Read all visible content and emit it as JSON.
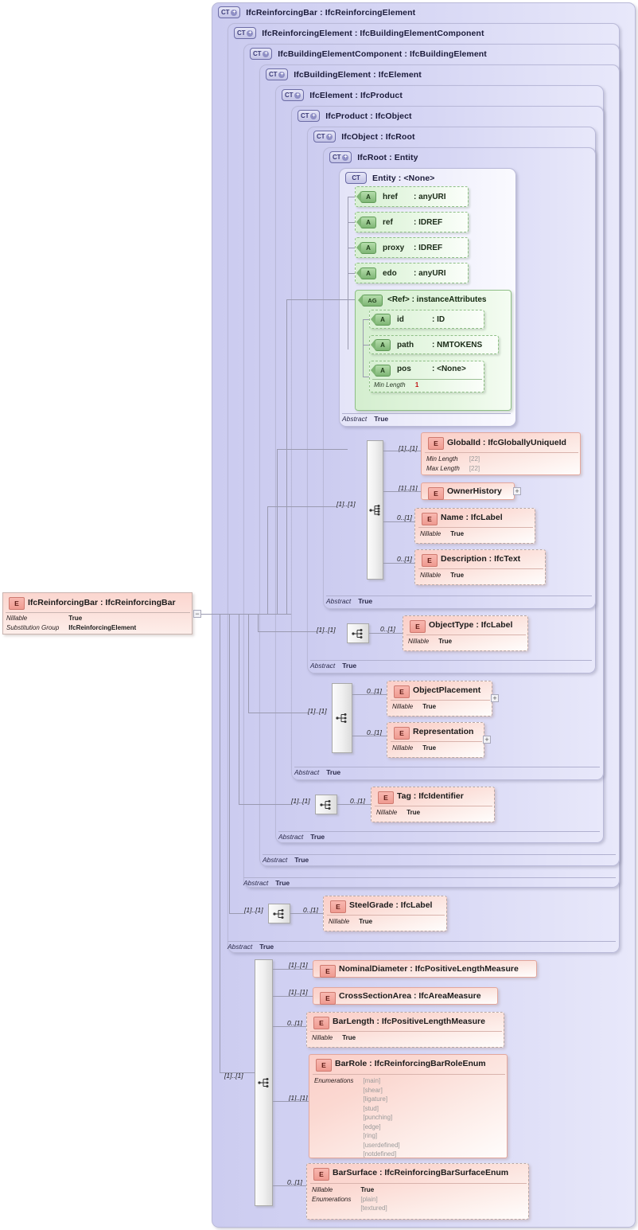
{
  "diagram": {
    "kind": "xsd-schema-diagram",
    "root_element": {
      "badge": "E",
      "title": "IfcReinforcingBar : IfcReinforcingBar",
      "facets": [
        {
          "label": "Nillable",
          "value": "True"
        },
        {
          "label": "Substitution Group",
          "value": "IfcReinforcingElement"
        }
      ],
      "collapse_toggle": "−"
    },
    "complex_types": [
      {
        "badge": "CT",
        "expandable": true,
        "title": "IfcReinforcingBar : IfcReinforcingElement"
      },
      {
        "badge": "CT",
        "expandable": true,
        "title": "IfcReinforcingElement : IfcBuildingElementComponent"
      },
      {
        "badge": "CT",
        "expandable": true,
        "title": "IfcBuildingElementComponent : IfcBuildingElement"
      },
      {
        "badge": "CT",
        "expandable": true,
        "title": "IfcBuildingElement : IfcElement"
      },
      {
        "badge": "CT",
        "expandable": true,
        "title": "IfcElement : IfcProduct"
      },
      {
        "badge": "CT",
        "expandable": true,
        "title": "IfcProduct : IfcObject"
      },
      {
        "badge": "CT",
        "expandable": true,
        "title": "IfcObject : IfcRoot"
      },
      {
        "badge": "CT",
        "expandable": true,
        "title": "IfcRoot   : Entity"
      },
      {
        "badge": "CT",
        "expandable": false,
        "title": "Entity     : <None>"
      }
    ],
    "abstract_rows": [
      {
        "label": "Abstract",
        "value": "True"
      },
      {
        "label": "Abstract",
        "value": "True"
      },
      {
        "label": "Abstract",
        "value": "True"
      },
      {
        "label": "Abstract",
        "value": "True"
      },
      {
        "label": "Abstract",
        "value": "True"
      },
      {
        "label": "Abstract",
        "value": "True"
      },
      {
        "label": "Abstract",
        "value": "True"
      },
      {
        "label": "Abstract",
        "value": "True"
      },
      {
        "label": "Abstract",
        "value": "True"
      }
    ],
    "attributes": [
      {
        "badge": "A",
        "name": "href",
        "type": ": anyURI"
      },
      {
        "badge": "A",
        "name": "ref",
        "type": ": IDREF"
      },
      {
        "badge": "A",
        "name": "proxy",
        "type": ": IDREF"
      },
      {
        "badge": "A",
        "name": "edo",
        "type": ": anyURI"
      }
    ],
    "attribute_group": {
      "badge": "AG",
      "title": "<Ref>      : instanceAttributes",
      "attributes": [
        {
          "badge": "A",
          "name": "id",
          "type": ": ID"
        },
        {
          "badge": "A",
          "name": "path",
          "type": ": NMTOKENS"
        },
        {
          "badge": "A",
          "name": "pos",
          "type": ": <None>",
          "facet_label": "Min Length",
          "facet_value": "1"
        }
      ]
    },
    "elements": [
      {
        "badge": "E",
        "title": "GlobalId : IfcGloballyUniqueId",
        "cardinality": "[1]..[1]",
        "facets": [
          {
            "label": "Min Length",
            "value": "[22]",
            "gray": true
          },
          {
            "label": "Max Length",
            "value": "[22]",
            "gray": true
          }
        ]
      },
      {
        "badge": "E",
        "title": "OwnerHistory",
        "cardinality": "[1]..[1]",
        "expand": "+",
        "facets": []
      },
      {
        "badge": "E",
        "title": "Name      : IfcLabel",
        "cardinality": "0..[1]",
        "facets": [
          {
            "label": "Nillable",
            "value": "True"
          }
        ]
      },
      {
        "badge": "E",
        "title": "Description : IfcText",
        "cardinality": "0..[1]",
        "facets": [
          {
            "label": "Nillable",
            "value": "True"
          }
        ]
      },
      {
        "badge": "E",
        "title": "ObjectType : IfcLabel",
        "cardinality": "0..[1]",
        "facets": [
          {
            "label": "Nillable",
            "value": "True"
          }
        ]
      },
      {
        "badge": "E",
        "title": "ObjectPlacement",
        "cardinality": "0..[1]",
        "expand": "+",
        "facets": [
          {
            "label": "Nillable",
            "value": "True"
          }
        ]
      },
      {
        "badge": "E",
        "title": "Representation",
        "cardinality": "0..[1]",
        "expand": "+",
        "facets": [
          {
            "label": "Nillable",
            "value": "True"
          }
        ]
      },
      {
        "badge": "E",
        "title": "Tag        : IfcIdentifier",
        "cardinality": "0..[1]",
        "facets": [
          {
            "label": "Nillable",
            "value": "True"
          }
        ]
      },
      {
        "badge": "E",
        "title": "SteelGrade : IfcLabel",
        "cardinality": "0..[1]",
        "facets": [
          {
            "label": "Nillable",
            "value": "True"
          }
        ]
      },
      {
        "badge": "E",
        "title": "NominalDiameter : IfcPositiveLengthMeasure",
        "cardinality": "[1]..[1]",
        "facets": []
      },
      {
        "badge": "E",
        "title": "CrossSectionArea : IfcAreaMeasure",
        "cardinality": "[1]..[1]",
        "facets": []
      },
      {
        "badge": "E",
        "title": "BarLength : IfcPositiveLengthMeasure",
        "cardinality": "0..[1]",
        "facets": [
          {
            "label": "Nillable",
            "value": "True"
          }
        ]
      },
      {
        "badge": "E",
        "title": "BarRole  : IfcReinforcingBarRoleEnum",
        "cardinality": "[1]..[1]",
        "facets": [
          {
            "label": "Enumerations",
            "value": "",
            "gray": true
          }
        ],
        "enumerations": [
          "[main]",
          "[shear]",
          "[ligature]",
          "[stud]",
          "[punching]",
          "[edge]",
          "[ring]",
          "[userdefined]",
          "[notdefined]"
        ]
      },
      {
        "badge": "E",
        "title": "BarSurface : IfcReinforcingBarSurfaceEnum",
        "cardinality": "0..[1]",
        "facets": [
          {
            "label": "Nillable",
            "value": "True"
          },
          {
            "label": "Enumerations",
            "value": "",
            "gray": true
          }
        ],
        "enumerations": [
          "[plain]",
          "[textured]"
        ]
      }
    ],
    "sequence_cardinalities": [
      "[1]..[1]",
      "[1]..[1]",
      "[1]..[1]",
      "[1]..[1]",
      "[1]..[1]",
      "[1]..[1]"
    ],
    "colors": {
      "container_fill": "#d6d6f4",
      "container_border": "#b9b9d8",
      "element_fill": "#fbd8d1",
      "element_border": "#e3a79c",
      "attribute_fill": "#e9f8e6",
      "attribute_border": "#8fbf86",
      "badge_ct": "#3a3a78",
      "facet_red": "#c01010",
      "facet_gray": "#9a9a9a",
      "line": "#9a9ab0",
      "canvas": "#ffffff"
    }
  }
}
